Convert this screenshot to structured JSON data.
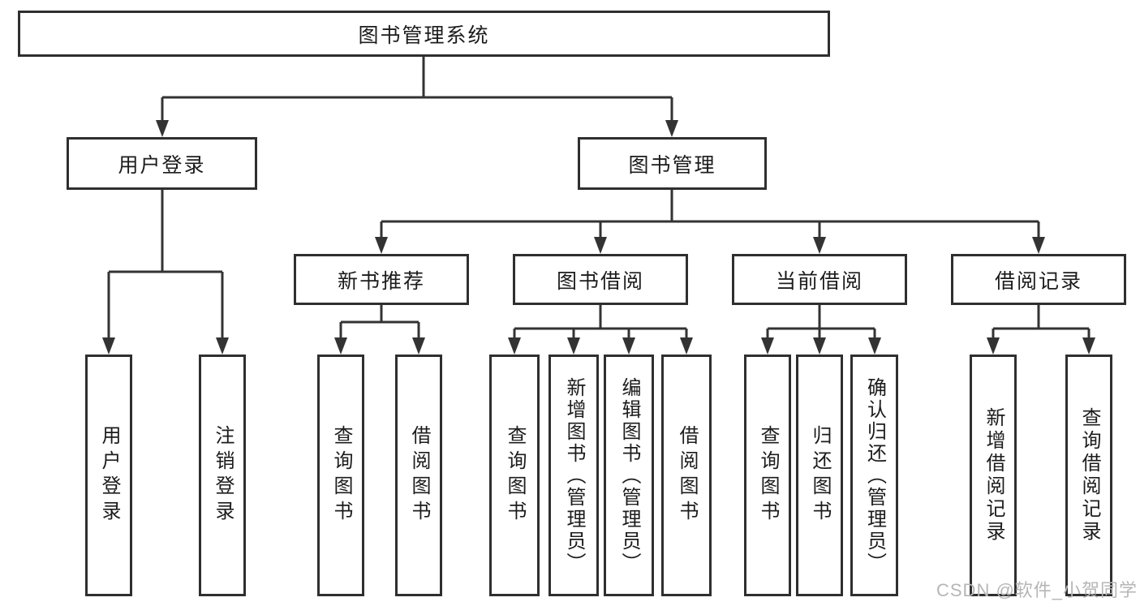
{
  "title": "图书管理系统",
  "tree": {
    "user_login": {
      "label": "用户登录",
      "children": [
        "用户登录",
        "注销登录"
      ]
    },
    "book_management": {
      "label": "图书管理",
      "sections": [
        {
          "label": "新书推荐",
          "children": [
            "查询图书",
            "借阅图书"
          ]
        },
        {
          "label": "图书借阅",
          "children": [
            "查询图书",
            "新增图书（管理员）",
            "编辑图书（管理员）",
            "借阅图书"
          ]
        },
        {
          "label": "当前借阅",
          "children": [
            "查询图书",
            "归还图书",
            "确认归还（管理员）"
          ]
        },
        {
          "label": "借阅记录",
          "children": [
            "新增借阅记录",
            "查询借阅记录"
          ]
        }
      ]
    }
  },
  "watermark": "CSDN @软件_小贺同学",
  "colors": {
    "line": "#333333",
    "box_border": "#2f2f2f",
    "text": "#1c1c1c",
    "watermark": "#b6b6b6",
    "background": "#ffffff"
  }
}
